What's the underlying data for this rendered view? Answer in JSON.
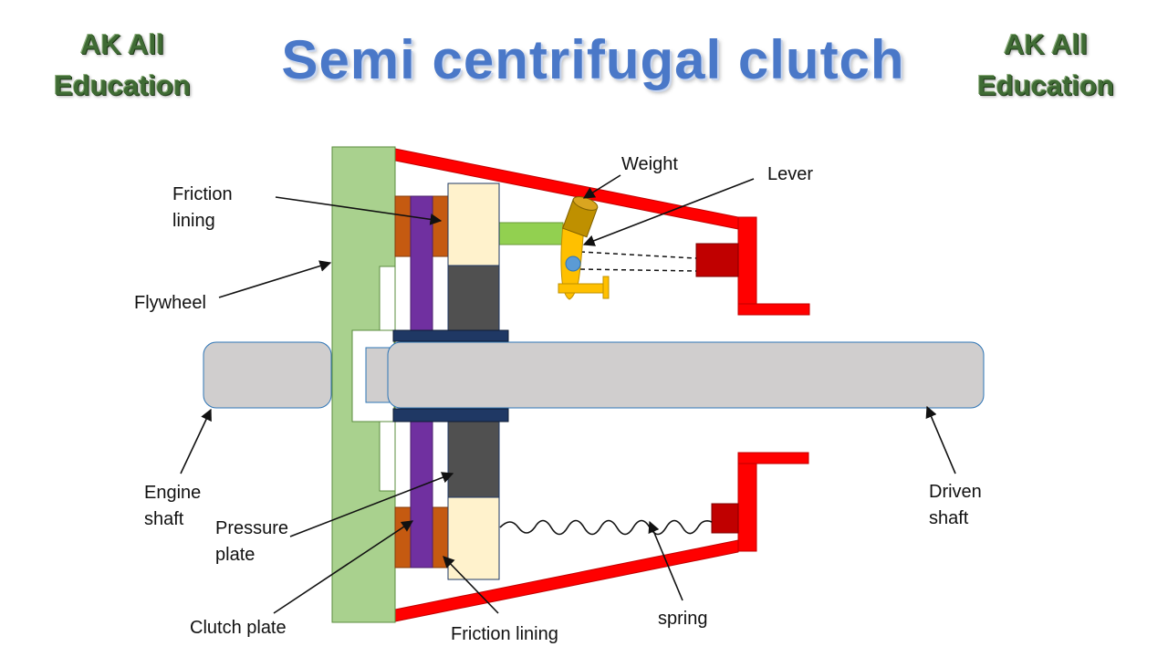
{
  "header": {
    "title": "Semi centrifugal clutch",
    "brand_left": [
      "AK All",
      "Education"
    ],
    "brand_right": [
      "AK All",
      "Education"
    ]
  },
  "labels": {
    "weight": "Weight",
    "lever": "Lever",
    "friction_lining_top": [
      "Friction",
      "lining"
    ],
    "flywheel": "Flywheel",
    "engine_shaft": [
      "Engine",
      "shaft"
    ],
    "pressure_plate": [
      "Pressure",
      "plate"
    ],
    "clutch_plate": "Clutch plate",
    "friction_lining_bottom": "Friction lining",
    "spring": "spring",
    "driven_shaft": [
      "Driven",
      "shaft"
    ]
  },
  "colors": {
    "flywheel": "#a9d18e",
    "shaft": "#d0cece",
    "friction_lining": "#c55a11",
    "clutch_plate": "#7030a0",
    "pressure_plate_light": "#fff2cc",
    "pressure_plate_dark": "#505050",
    "hub": "#1f3864",
    "cover": "#ff0000",
    "weight": "#bf9000",
    "lever": "#ffc000",
    "stop_block": "#c00000",
    "title": "#4a78c8",
    "brand": "#3f6b34"
  }
}
